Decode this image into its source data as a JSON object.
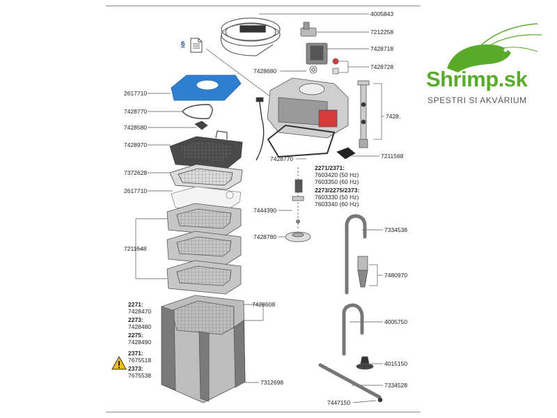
{
  "doc_link": {
    "number": "6"
  },
  "brand": {
    "name": "Shrimp.sk",
    "slogan": "SPESTRI SI AKVÁRIUM",
    "color": "#5aaa2c"
  },
  "colors": {
    "filter_pad_blue": "#2f7fd0",
    "pump_red": "#d63a3a",
    "warning_yellow": "#f4c20d",
    "line": "#555555"
  },
  "labels": {
    "p4005843": "4005843",
    "p7212258": "7212258",
    "p7428718": "7428718",
    "p7428728": "7428728",
    "p7428680": "7428680",
    "p2617710a": "2617710",
    "p7428770a": "7428770",
    "p7428580": "7428580",
    "p7428970": "7428970",
    "p7372628": "7372628",
    "p2617710b": "2617710",
    "p7211548": "7211548",
    "p7428608": "7428608",
    "p7312698": "7312698",
    "p7428xx": "7428․",
    "p7211568": "7211568",
    "p7428770b": "7428770",
    "p7444390": "7444390",
    "p7428780": "7428780",
    "p7334538": "7334538",
    "p7480970": "7480970",
    "p4005750": "4005750",
    "p4015150": "4015150",
    "p7334528": "7334528",
    "p7447150": "7447150"
  },
  "motor_block": {
    "h1": "2271/2371:",
    "v1": "7603420 (50 Hz)",
    "v2": "7603350 (60 Hz)",
    "h2": "2273/2275/2373:",
    "v3": "7603330 (50 Hz)",
    "v4": "7603340 (60 Hz)"
  },
  "canister_block": {
    "m2271": "2271:",
    "c2271": "7428470",
    "m2273": "2273:",
    "c2273": "7428480",
    "m2275": "2275:",
    "c2275": "7428490",
    "m2371": "2371:",
    "c2371": "7675518",
    "m2373": "2373:",
    "c2373": "7675538"
  },
  "icons": [
    "document-icon",
    "warning-icon",
    "shrimp-logo-icon"
  ]
}
